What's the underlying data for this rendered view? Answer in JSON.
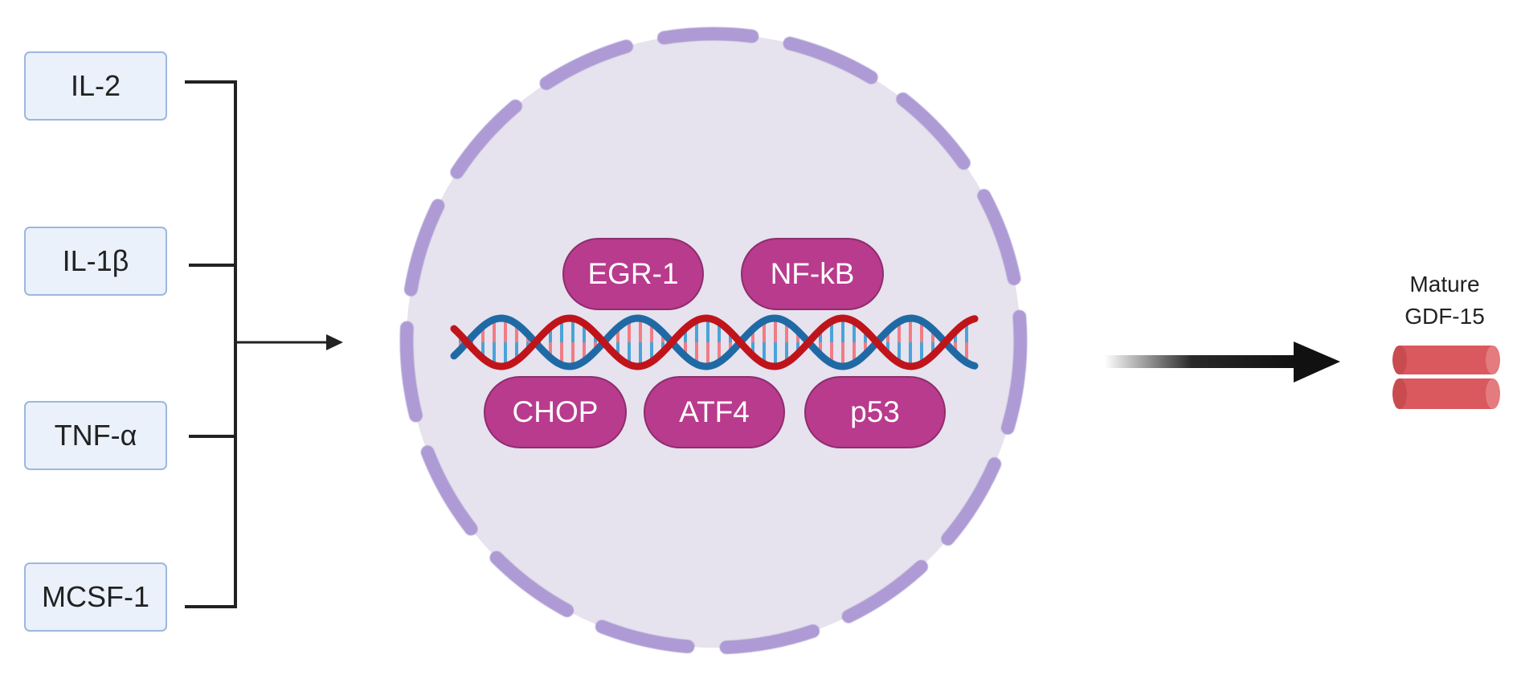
{
  "inputs": [
    {
      "label": "IL-2"
    },
    {
      "label": "IL-1β"
    },
    {
      "label": "TNF-α"
    },
    {
      "label": "MCSF-1"
    }
  ],
  "transcription_factors_top": [
    {
      "label": "EGR-1"
    },
    {
      "label": "NF-kB"
    }
  ],
  "transcription_factors_bottom": [
    {
      "label": "CHOP"
    },
    {
      "label": "ATF4"
    },
    {
      "label": "p53"
    }
  ],
  "product": {
    "label_line1": "Mature",
    "label_line2": "GDF-15"
  },
  "colors": {
    "input_fill": "#eaf1fb",
    "input_border": "#9db7df",
    "nucleus_fill": "#e6e2ee",
    "nucleus_membrane": "#b9a6dc",
    "factor_fill": "#b83b8d",
    "dna_red": "#c0141b",
    "dna_blue": "#1f6aa5",
    "product_fill": "#d9595e",
    "arrow": "#111111"
  }
}
